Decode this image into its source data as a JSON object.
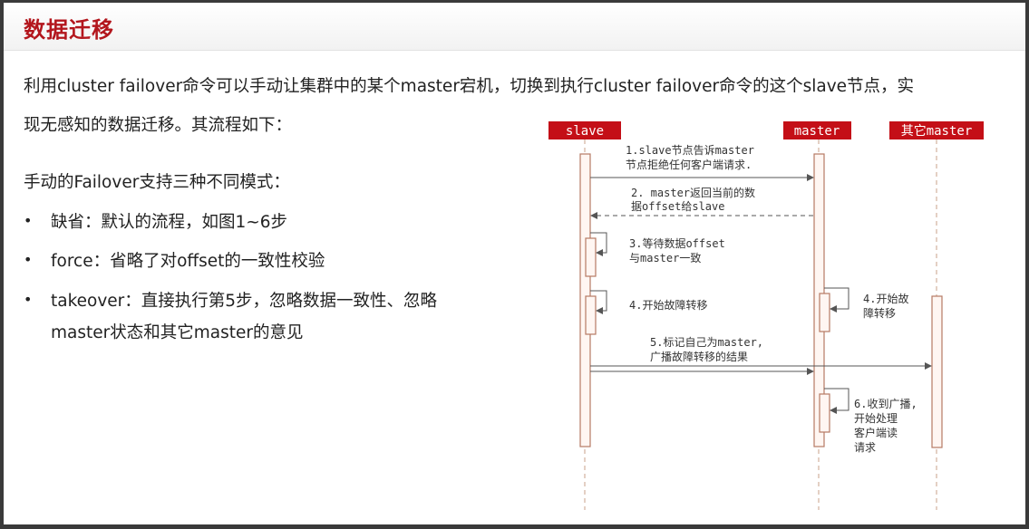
{
  "header": {
    "title": "数据迁移"
  },
  "intro": {
    "line1": "利用cluster failover命令可以手动让集群中的某个master宕机，切换到执行cluster failover命令的这个slave节点，实",
    "line2": "现无感知的数据迁移。其流程如下："
  },
  "modes": {
    "heading": "手动的Failover支持三种不同模式：",
    "items": [
      {
        "text": "缺省：默认的流程，如图1~6步"
      },
      {
        "text": "force：省略了对offset的一致性校验"
      },
      {
        "text_line1": "takeover：直接执行第5步，忽略数据一致性、忽略",
        "text_line2": "master状态和其它master的意见"
      }
    ]
  },
  "diagram": {
    "participants": [
      "slave",
      "master",
      "其它master"
    ],
    "steps": [
      {
        "line1": "1.slave节点告诉master",
        "line2": "节点拒绝任何客户端请求."
      },
      {
        "line1": "2. master返回当前的数",
        "line2": "据offset给slave"
      },
      {
        "line1": "3.等待数据offset",
        "line2": "与master一致"
      },
      {
        "line1": "4.开始故障转移"
      },
      {
        "line1": "4.开始故",
        "line2": "障转移"
      },
      {
        "line1": "5.标记自己为master,",
        "line2": "广播故障转移的结果"
      },
      {
        "line1": "6.收到广播,",
        "line2": "开始处理",
        "line3": "客户端读",
        "line4": "请求"
      }
    ],
    "colors": {
      "participant_bg": "#c40f17",
      "lifeline": "#c9a08a",
      "activation_fill": "#fff6f2",
      "arrow": "#555555"
    }
  }
}
